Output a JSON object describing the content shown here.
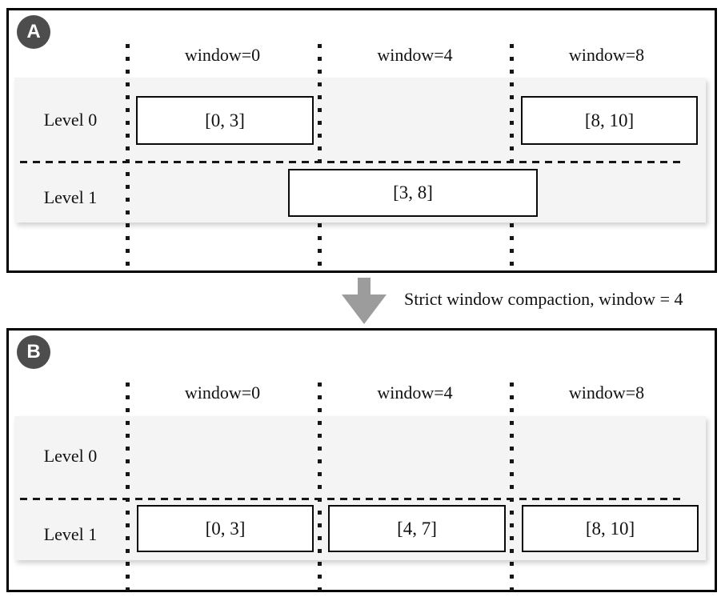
{
  "colors": {
    "badge_bg": "#4d4d4d",
    "band_bg": "#f4f4f4",
    "arrow_gray": "#9c9c9c",
    "border": "#000000"
  },
  "panel_a": {
    "badge": "A",
    "columns": [
      "window=0",
      "window=4",
      "window=8"
    ],
    "row_labels": [
      "Level 0",
      "Level 1"
    ],
    "boxes": {
      "level0_win0": "[0, 3]",
      "level0_win8": "[8, 10]",
      "level1_span": "[3, 8]"
    }
  },
  "transition": {
    "label": "Strict window compaction, window = 4"
  },
  "panel_b": {
    "badge": "B",
    "columns": [
      "window=0",
      "window=4",
      "window=8"
    ],
    "row_labels": [
      "Level 0",
      "Level 1"
    ],
    "boxes": {
      "level1_win0": "[0, 3]",
      "level1_win4": "[4, 7]",
      "level1_win8": "[8, 10]"
    }
  }
}
